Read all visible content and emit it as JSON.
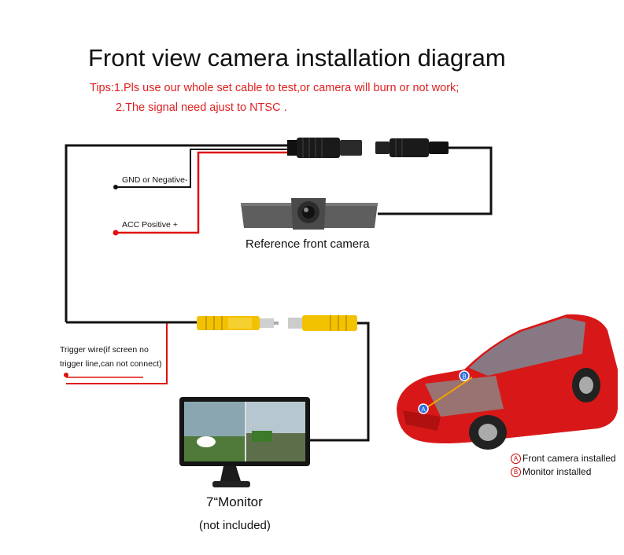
{
  "title": "Front view camera installation diagram",
  "tips": {
    "line1": "Tips:1.Pls use our whole set cable to test,or camera will burn or not work;",
    "line2": "2.The signal need ajust to NTSC ."
  },
  "wires": {
    "gnd": "GND or Negative-",
    "acc": "ACC Positive +",
    "trigger_line1": "Trigger wire(if screen no",
    "trigger_line2": "trigger line,can not connect)"
  },
  "camera": {
    "label": "Reference front camera"
  },
  "monitor": {
    "label": "7“Monitor",
    "note": "(not included)"
  },
  "legend": {
    "a_mark": "A",
    "a_text": "Front camera installed",
    "b_mark": "B",
    "b_text": "Monitor installed"
  },
  "colors": {
    "wire_black": "#111111",
    "wire_red": "#e01010",
    "rca_yellow": "#f2c200",
    "car_red": "#d81818",
    "tip_red": "#e02020"
  }
}
